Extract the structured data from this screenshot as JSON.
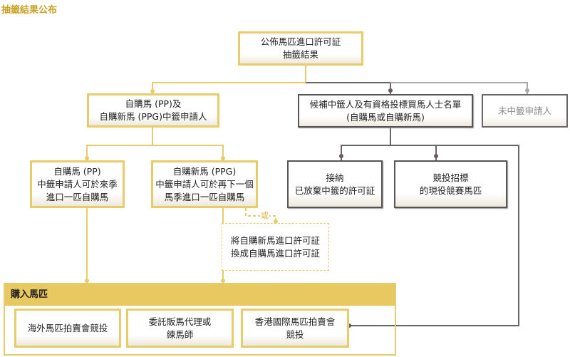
{
  "page_title": "抽籤結果公布",
  "nodes": {
    "announce": "公佈馬匹進口許可証\n抽籤結果",
    "successful": "自購馬 (PP)及\n自購新馬 (PPG)中籤申請人",
    "waitlist": "候補中籤人及有資格投標買馬人士名單\n(自購馬或自購新馬)",
    "unsuccessful": "未中籤申請人",
    "pp": "自購馬 (PP)\n中籤申請人可於來季\n進口一匹自購馬",
    "ppg": "自購新馬 (PPG)\n中籤申請人可於再下一個\n馬季進口一匹自購馬",
    "accept": "接納\n已放棄中籤的許可証",
    "bid": "競投招標\n的現役競賽馬匹",
    "convert": "將自購新馬進口許可証\n換成自購馬進口許可証",
    "or_label": "或"
  },
  "purchase": {
    "header": "購入馬匹",
    "options": [
      "海外馬匹拍賣會競投",
      "委託販馬代理或\n練馬師",
      "香港國際馬匹拍賣會\n競投"
    ]
  },
  "colors": {
    "gold": "#e6cd6a",
    "dark": "#555555",
    "light": "#aaaaaa",
    "title": "#c9a227"
  }
}
